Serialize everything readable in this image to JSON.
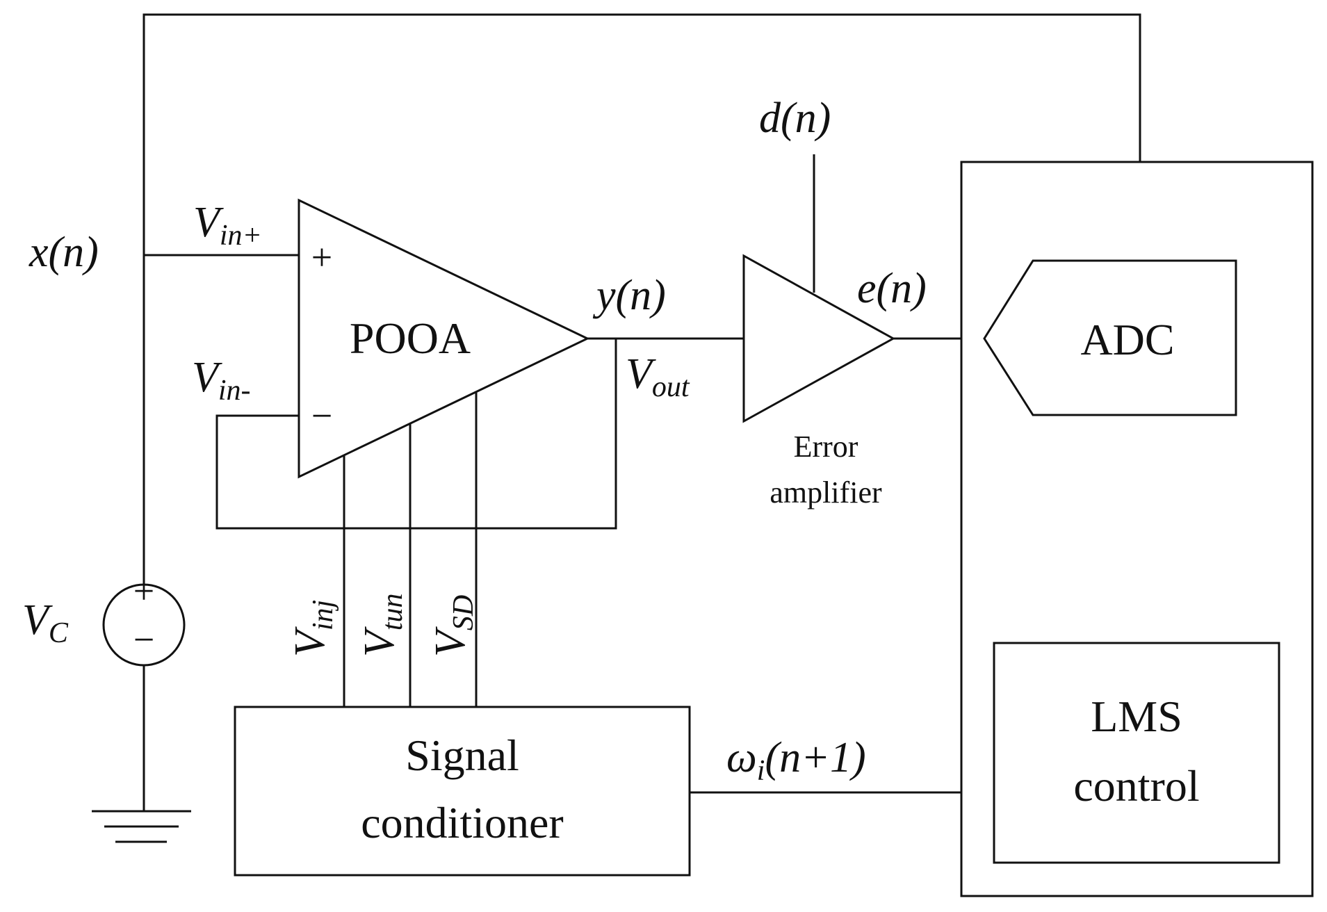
{
  "blocks": {
    "opamp": "POOA",
    "error_amp_line1": "Error",
    "error_amp_line2": "amplifier",
    "adc": "ADC",
    "lms_line1": "LMS",
    "lms_line2": "control",
    "signal_line1": "Signal",
    "signal_line2": "conditioner"
  },
  "signals": {
    "x": "x(n)",
    "d": "d(n)",
    "y": "y(n)",
    "e": "e(n)",
    "w_main": "ω",
    "w_sub": "i",
    "w_tail": "(n+1)"
  },
  "voltages": {
    "vin_plus_main": "V",
    "vin_plus_sub": "in+",
    "vin_minus_main": "V",
    "vin_minus_sub": "in-",
    "vout_main": "V",
    "vout_sub": "out",
    "vc_main": "V",
    "vc_sub": "C",
    "vinj_main": "V",
    "vinj_sub": "inj",
    "vtun_main": "V",
    "vtun_sub": "tun",
    "vsd_main": "V",
    "vsd_sub": "SD"
  },
  "symbols": {
    "plus": "+",
    "minus": "−",
    "source_plus": "+",
    "source_minus": "−"
  }
}
